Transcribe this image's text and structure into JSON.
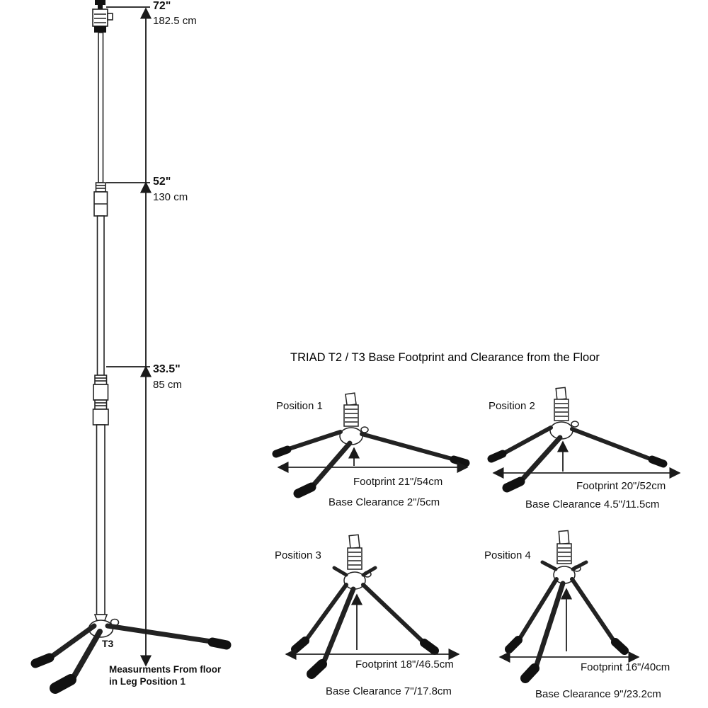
{
  "main_diagram": {
    "heights": [
      {
        "inches": "72\"",
        "cm": "182.5 cm"
      },
      {
        "inches": "52\"",
        "cm": "130 cm"
      },
      {
        "inches": "33.5\"",
        "cm": "85 cm"
      }
    ],
    "stand_label": "T3",
    "footnote_line1": "Measurments From floor",
    "footnote_line2": "in Leg Position 1"
  },
  "right_section": {
    "title": "TRIAD T2 / T3 Base Footprint and Clearance from the Floor",
    "positions": [
      {
        "label": "Position 1",
        "footprint": "Footprint 21\"/54cm",
        "clearance": "Base Clearance 2\"/5cm"
      },
      {
        "label": "Position 2",
        "footprint": "Footprint 20\"/52cm",
        "clearance": "Base Clearance 4.5\"/11.5cm"
      },
      {
        "label": "Position 3",
        "footprint": "Footprint 18\"/46.5cm",
        "clearance": "Base Clearance 7\"/17.8cm"
      },
      {
        "label": "Position 4",
        "footprint": "Footprint 16\"/40cm",
        "clearance": "Base Clearance 9\"/23.2cm"
      }
    ]
  },
  "colors": {
    "line": "#1a1a1a",
    "background": "#ffffff"
  }
}
